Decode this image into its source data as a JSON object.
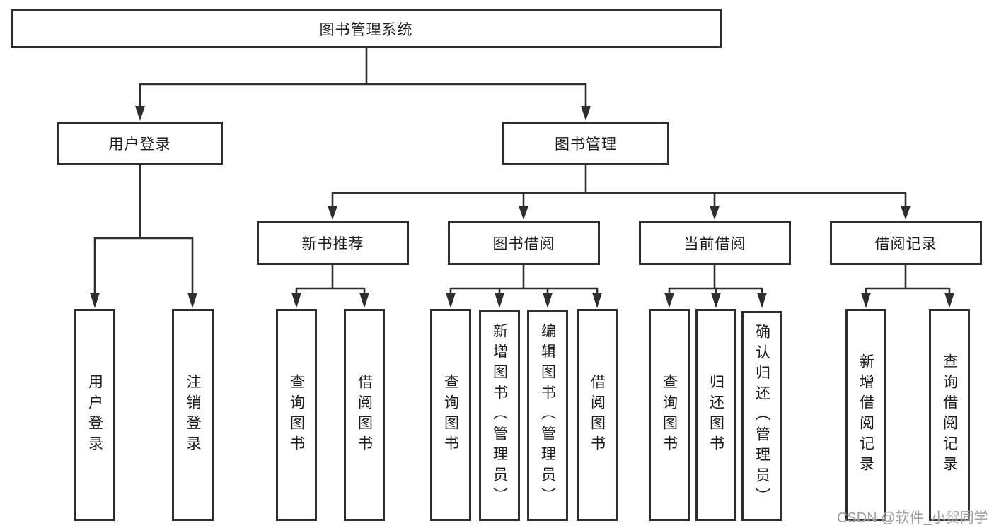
{
  "tree": {
    "label": "图书管理系统",
    "children": [
      {
        "label": "用户登录",
        "children": [
          {
            "label": "用户登录"
          },
          {
            "label": "注销登录"
          }
        ]
      },
      {
        "label": "图书管理",
        "children": [
          {
            "label": "新书推荐",
            "children": [
              {
                "label": "查询图书"
              },
              {
                "label": "借阅图书"
              }
            ]
          },
          {
            "label": "图书借阅",
            "children": [
              {
                "label": "查询图书"
              },
              {
                "label": "新增图书（管理员）"
              },
              {
                "label": "编辑图书（管理员）"
              },
              {
                "label": "借阅图书"
              }
            ]
          },
          {
            "label": "当前借阅",
            "children": [
              {
                "label": "查询图书"
              },
              {
                "label": "归还图书"
              },
              {
                "label": "确认归还（管理员）"
              }
            ]
          },
          {
            "label": "借阅记录",
            "children": [
              {
                "label": "新增借阅记录"
              },
              {
                "label": "查询借阅记录"
              }
            ]
          }
        ]
      }
    ]
  },
  "watermark": {
    "text": "CSDN @软件_小贺同学"
  },
  "colors": {
    "line": "#2e2e2e",
    "boxborder": "#2d2d2d",
    "text": "#1c1c1c",
    "watermark": "#9e9e9e",
    "bg": "#ffffff"
  }
}
